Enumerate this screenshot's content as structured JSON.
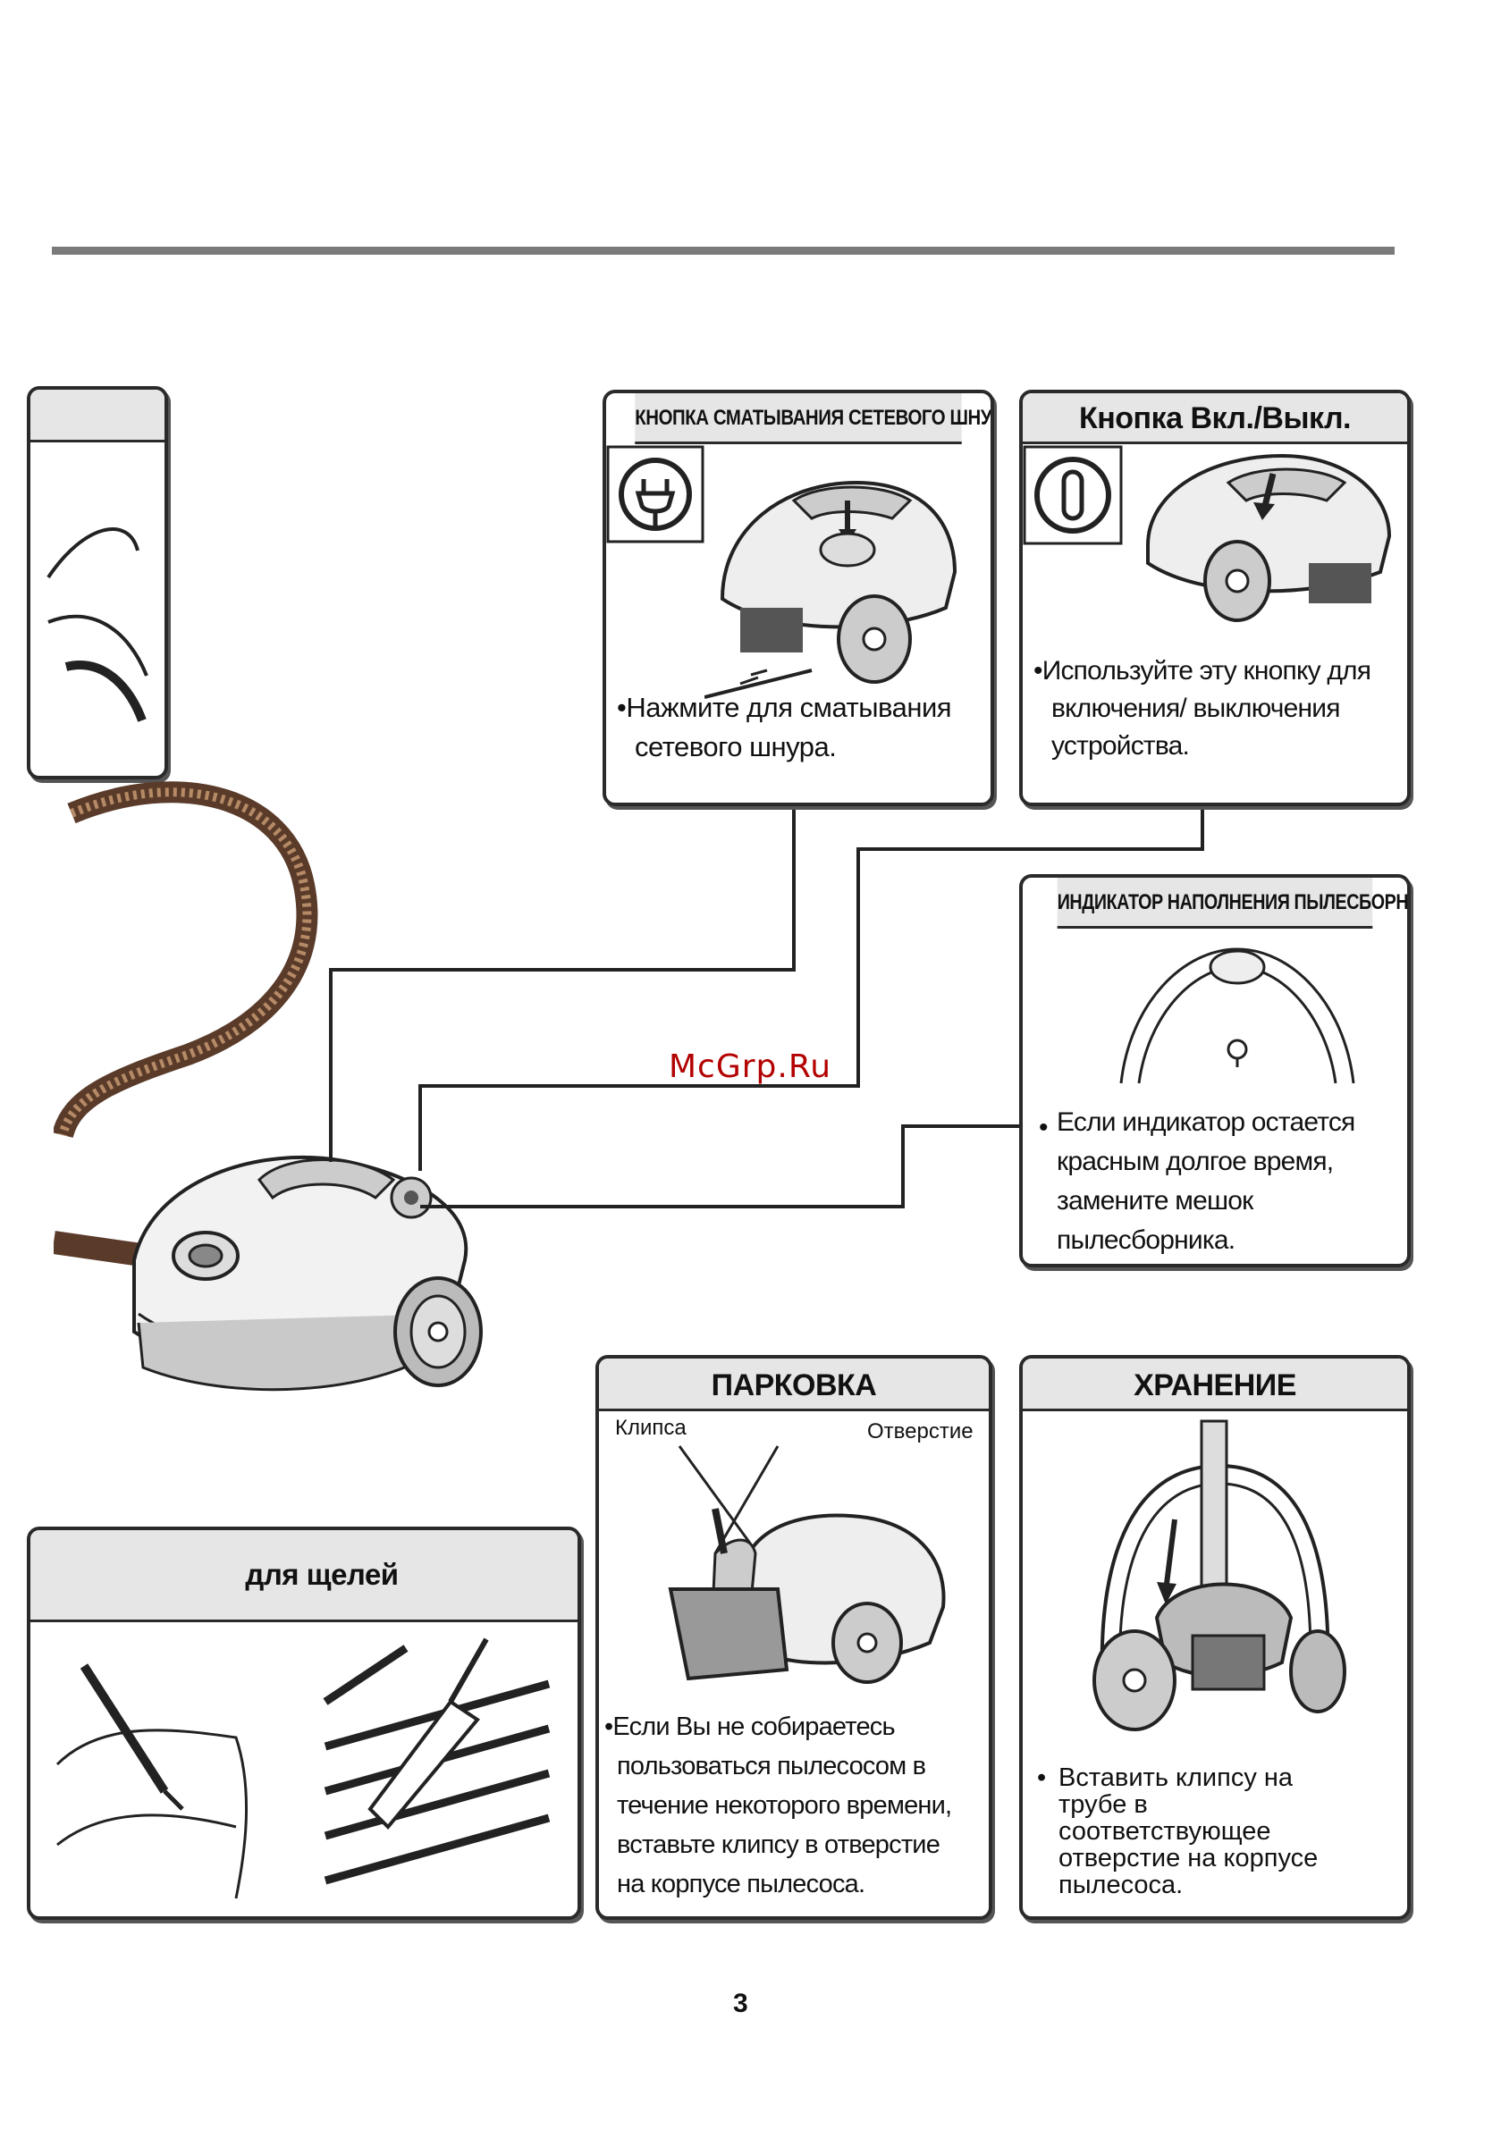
{
  "cord_panel": {
    "title": "КНОПКА СМАТЫВАНИЯ СЕТЕВОГО ШНУРА",
    "bullet": "•",
    "lines": [
      "Нажмите для сматывания",
      "сетевого шнура."
    ]
  },
  "power_panel": {
    "title": "Кнопка Вкл./Выкл.",
    "bullet": "•",
    "lines": [
      "Используйте эту кнопку для",
      "включения/ выключения",
      "устройства."
    ]
  },
  "indicator_panel": {
    "title": "ИНДИКАТОР НАПОЛНЕНИЯ ПЫЛЕСБОРНИКА",
    "bullet": "•",
    "lines": [
      "Если индикатор остается",
      "красным долгое время,",
      "замените мешок",
      "пылесборника."
    ]
  },
  "parking_panel": {
    "title": "ПАРКОВКА",
    "label_clip": "Клипса",
    "label_hole": "Отверстие",
    "bullet": "•",
    "lines": [
      "Если Вы не собираетесь",
      "пользоваться пылесосом в",
      "течение некоторого времени,",
      "вставьте клипсу в отверстие",
      "на корпусе пылесоса."
    ]
  },
  "storage_panel": {
    "title": "ХРАНЕНИЕ",
    "bullet": "•",
    "lines": [
      "Вставить клипсу на",
      "трубе в",
      "соответствующее",
      "отверстие на корпусе",
      "пылесоса."
    ]
  },
  "crevice_panel": {
    "title": "для щелей"
  },
  "watermark": "McGrp.Ru",
  "page_number": "3"
}
